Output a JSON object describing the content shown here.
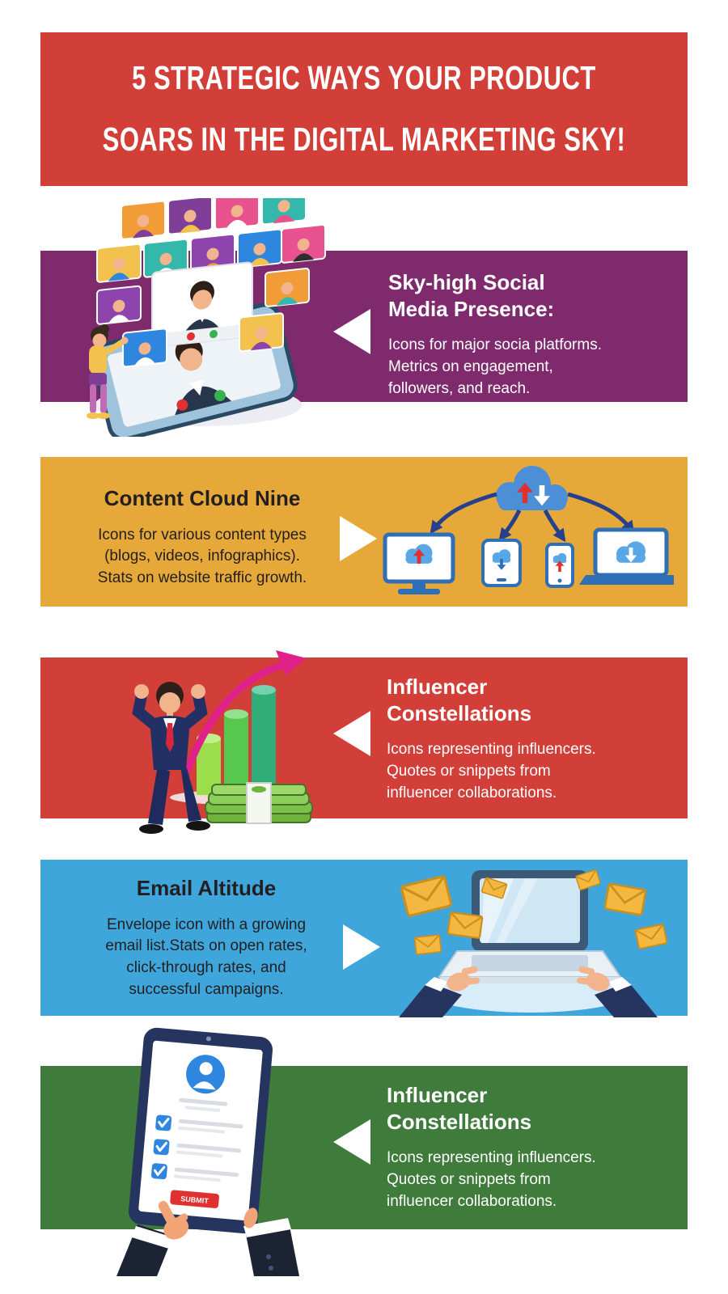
{
  "page": {
    "background": "#ffffff"
  },
  "header": {
    "title_line1": "5 STRATEGIC WAYS YOUR PRODUCT",
    "title_line2": "SOARS IN THE DIGITAL MARKETING SKY!",
    "bg_color": "#d23f38",
    "text_color": "#ffffff"
  },
  "sections": [
    {
      "heading": "Sky-high Social\nMedia Presence:",
      "body": "Icons for major socia platforms.\nMetrics on engagement,\nfollowers, and reach.",
      "bg_color": "#7e2a6d",
      "text_color": "#ffffff",
      "illustration": "video-call-grid",
      "illustration_side": "left",
      "arrow_direction": "left"
    },
    {
      "heading": "Content Cloud Nine",
      "body": "Icons for various content types\n(blogs, videos, infographics).\nStats on website traffic growth.",
      "bg_color": "#e6a939",
      "text_color": "#231f20",
      "illustration": "cloud-content-sync",
      "illustration_side": "right",
      "arrow_direction": "right"
    },
    {
      "heading": "Influencer\nConstellations",
      "body": "Icons representing influencers.\nQuotes or snippets from\ninfluencer collaborations.",
      "bg_color": "#d23f38",
      "text_color": "#ffffff",
      "illustration": "growth-chart-money",
      "illustration_side": "left",
      "arrow_direction": "left"
    },
    {
      "heading": "Email Altitude",
      "body": "Envelope icon with a growing\nemail list.Stats on open rates,\nclick-through rates, and\nsuccessful campaigns.",
      "bg_color": "#3ea6da",
      "text_color": "#1d2a33",
      "illustration": "email-laptop",
      "illustration_side": "right",
      "arrow_direction": "right"
    },
    {
      "heading": "Influencer\nConstellations",
      "body": "Icons representing influencers.\nQuotes or snippets from\ninfluencer collaborations.",
      "bg_color": "#3f7c3b",
      "text_color": "#ffffff",
      "illustration": "tablet-checklist",
      "illustration_side": "left",
      "arrow_direction": "left",
      "illustration_labels": {
        "submit_button": "SUBMIT"
      }
    }
  ],
  "icons": {
    "pointer_arrow": "white-triangle-arrow",
    "section_illustrations": [
      "video-call-grid",
      "cloud-content-sync",
      "growth-chart-money",
      "email-laptop",
      "tablet-checklist"
    ]
  }
}
